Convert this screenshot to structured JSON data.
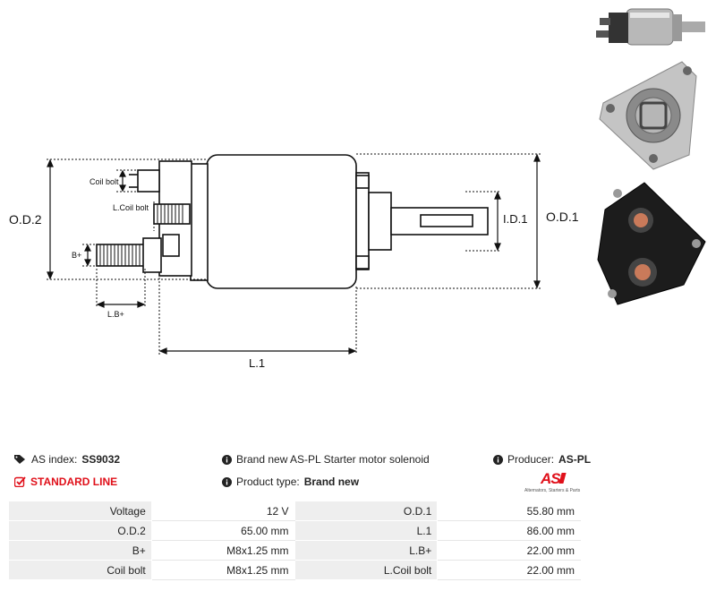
{
  "diagram": {
    "labels": {
      "od2": "O.D.2",
      "od1": "O.D.1",
      "id1": "I.D.1",
      "l1": "L.1",
      "coil_bolt": "Coil bolt",
      "lcoil_bolt": "L.Coil bolt",
      "bplus": "B+",
      "lbplus": "L.B+"
    }
  },
  "info": {
    "as_index_label": "AS index:",
    "as_index_value": "SS9032",
    "line": "STANDARD LINE",
    "description": "Brand new AS-PL Starter motor solenoid",
    "product_type_label": "Product type:",
    "product_type_value": "Brand new",
    "producer_label": "Producer:",
    "producer_value": "AS-PL",
    "logo_text": "AS",
    "logo_tagline": "Alternators, Starters & Parts"
  },
  "specs": [
    {
      "l1": "Voltage",
      "v1": "12 V",
      "l2": "O.D.1",
      "v2": "55.80 mm"
    },
    {
      "l1": "O.D.2",
      "v1": "65.00 mm",
      "l2": "L.1",
      "v2": "86.00 mm"
    },
    {
      "l1": "B+",
      "v1": "M8x1.25 mm",
      "l2": "L.B+",
      "v2": "22.00 mm"
    },
    {
      "l1": "Coil bolt",
      "v1": "M8x1.25 mm",
      "l2": "L.Coil bolt",
      "v2": "22.00 mm"
    }
  ],
  "colors": {
    "accent": "#e0101a",
    "label_bg": "#eeeeee"
  }
}
